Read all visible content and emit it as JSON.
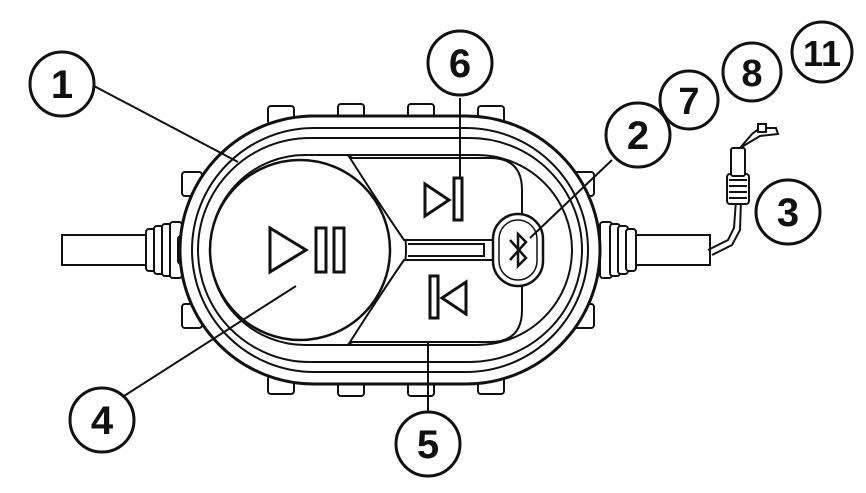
{
  "callouts": [
    {
      "id": "1",
      "label": "1"
    },
    {
      "id": "2",
      "label": "2"
    },
    {
      "id": "3",
      "label": "3"
    },
    {
      "id": "4",
      "label": "4"
    },
    {
      "id": "5",
      "label": "5"
    },
    {
      "id": "6",
      "label": "6"
    },
    {
      "id": "7",
      "label": "7"
    },
    {
      "id": "8",
      "label": "8"
    },
    {
      "id": "11",
      "label": "11"
    }
  ],
  "icons": {
    "play_pause": "play-pause-icon",
    "next_track": "next-track-icon",
    "previous_track": "previous-track-icon",
    "bluetooth": "bluetooth-icon"
  },
  "colors": {
    "line": "#111111",
    "background": "#ffffff"
  }
}
